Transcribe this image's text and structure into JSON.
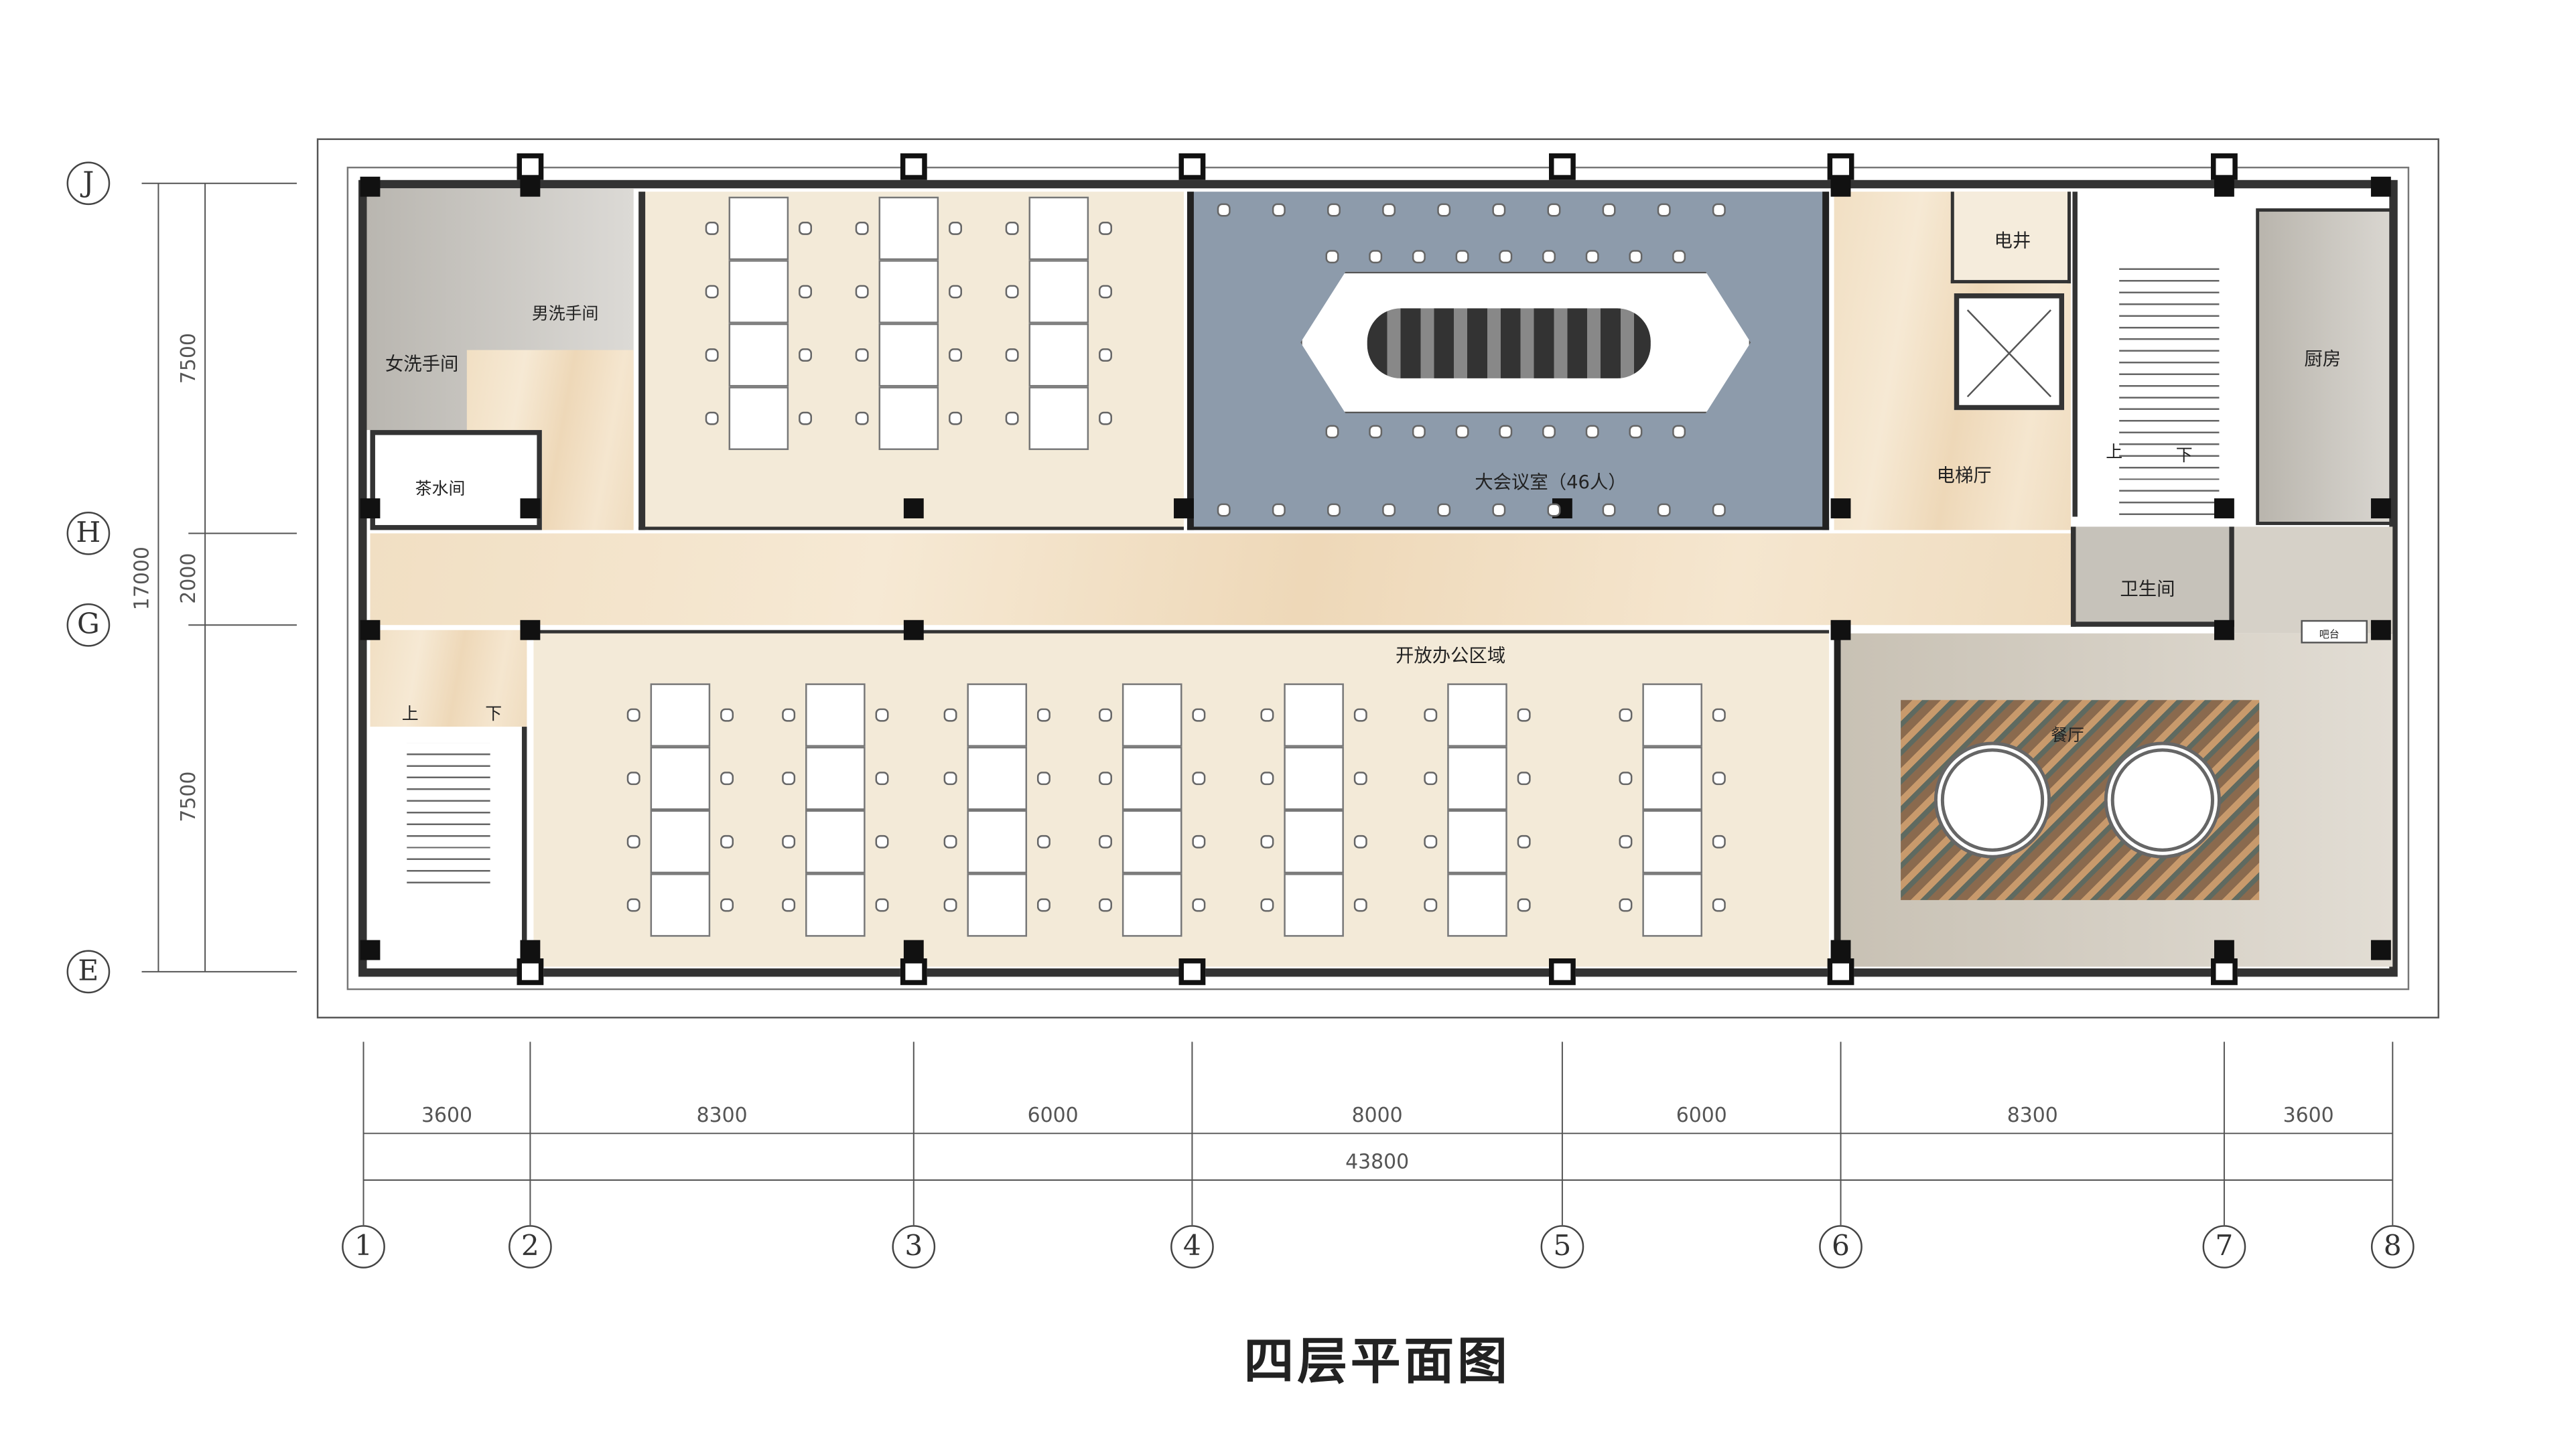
{
  "title": "四层平面图",
  "rooms": {
    "womens_restroom": "女洗手间",
    "mens_restroom": "男洗手间",
    "tea_room": "茶水间",
    "conference_room": "大会议室（46人）",
    "electrical_shaft": "电井",
    "elevator_hall": "电梯厅",
    "kitchen": "厨房",
    "restroom": "卫生间",
    "bar": "吧台",
    "dining_room": "餐厅",
    "open_office": "开放办公区域"
  },
  "stairs": {
    "up": "上",
    "down": "下"
  },
  "vertical_dimensions": {
    "top": "7500",
    "middle": "2000",
    "bottom": "7500",
    "total": "17000"
  },
  "horizontal_dimensions": [
    "3600",
    "8300",
    "6000",
    "8000",
    "6000",
    "8300",
    "3600"
  ],
  "horizontal_total": "43800",
  "column_axes": [
    "1",
    "2",
    "3",
    "4",
    "5",
    "6",
    "7",
    "8"
  ],
  "row_axes": [
    "J",
    "H",
    "G",
    "E"
  ],
  "colors": {
    "conference_floor": "#8d9bab",
    "office_floor": "#f3ead8",
    "restroom_floor": "#c9c6c0",
    "dining_floor": "#d5cfc4",
    "carpet": "#8a6a4e"
  }
}
